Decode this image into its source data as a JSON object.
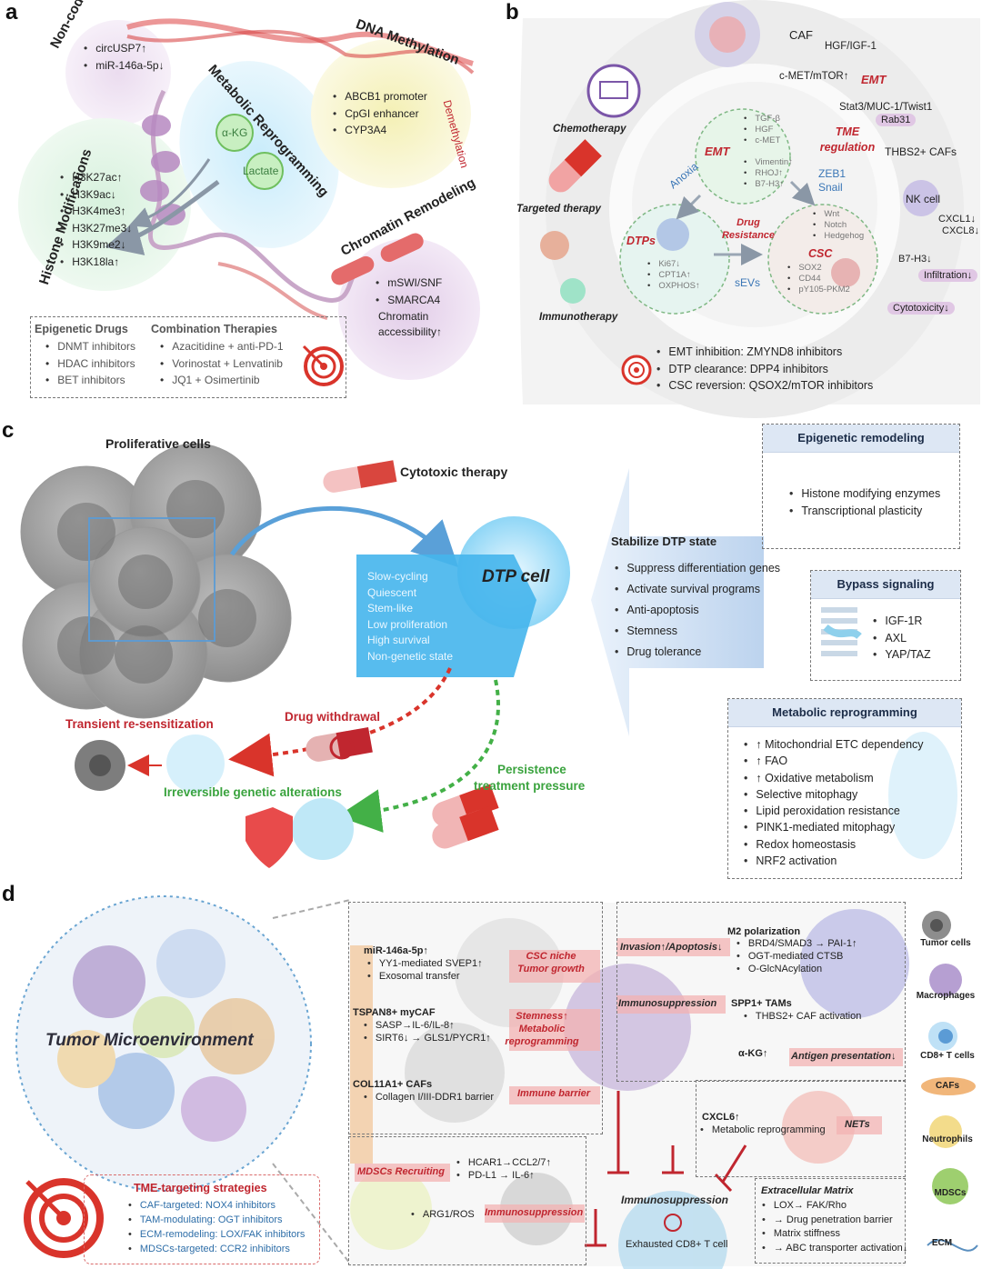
{
  "panel_a": {
    "label": "a",
    "noncoding_title": "Non-coding RNAs",
    "noncoding_items": [
      "circUSP7↑",
      "miR-146a-5p↓"
    ],
    "dna_title": "DNA Methylation",
    "dna_items": [
      "ABCB1 promoter",
      "CpGI enhancer",
      "CYP3A4"
    ],
    "demethylation": "Demethylation",
    "metabolic_title": "Metabolic Reprogramming",
    "akg": "α-KG",
    "lactate": "Lactate",
    "histone_title": "Histone Modifications",
    "histone_items": [
      "H3K27ac↑",
      "H3K9ac↓",
      "H3K4me3↑",
      "H3K27me3↓",
      "H3K9me2↓",
      "H3K18la↑"
    ],
    "chromatin_title": "Chromatin Remodeling",
    "chromatin_items": [
      "mSWI/SNF",
      "SMARCA4"
    ],
    "chromatin_note": "Chromatin accessibility↑",
    "drugs_title": "Epigenetic Drugs",
    "drugs": [
      "DNMT inhibitors",
      "HDAC inhibitors",
      "BET inhibitors"
    ],
    "combo_title": "Combination Therapies",
    "combos": [
      "Azacitidine + anti-PD-1",
      "Vorinostat + Lenvatinib",
      "JQ1 + Osimertinib"
    ]
  },
  "panel_b": {
    "label": "b",
    "caf": "CAF",
    "hgf": "HGF/IGF-1",
    "cmet": "c-MET/mTOR↑",
    "emt": "EMT",
    "stat3": "Stat3/MUC-1/Twist1",
    "rab31": "Rab31",
    "tme_regulation": "TME regulation",
    "thbs2": "THBS2+ CAFs",
    "zeb1": "ZEB1",
    "snail": "Snail",
    "nk": "NK cell",
    "cxcl1": "CXCL1↓",
    "cxcl8": "CXCL8↓",
    "b7h3": "B7-H3↓",
    "infiltration": "Infiltration↓",
    "cytotoxicity": "Cytotoxicity↓",
    "chemo": "Chemotherapy",
    "targeted": "Targeted therapy",
    "immuno": "Immunotherapy",
    "anoxia": "Anoxia",
    "emt_inner": "EMT",
    "emt_markers1": [
      "TGF-β",
      "HGF",
      "c-MET"
    ],
    "emt_markers2": [
      "Vimentin↑",
      "RHOJ↑",
      "B7-H3↑"
    ],
    "drug_resistance": "Drug Resistance",
    "dtps": "DTPs",
    "dtp_markers": [
      "Ki67↓",
      "CPT1A↑",
      "OXPHOS↑"
    ],
    "csc": "CSC",
    "csc_path": [
      "Wnt",
      "Notch",
      "Hedgehog"
    ],
    "csc_markers": [
      "SOX2",
      "CD44",
      "pY105-PKM2"
    ],
    "sevs": "sEVs",
    "strategies": [
      "EMT inhibition: ZMYND8 inhibitors",
      "DTP clearance: DPP4 inhibitors",
      "CSC reversion: QSOX2/mTOR inhibitors"
    ]
  },
  "panel_c": {
    "label": "c",
    "proliferative": "Proliferative cells",
    "cytotoxic": "Cytotoxic therapy",
    "dtp_cell": "DTP cell",
    "dtp_features": [
      "Slow-cycling",
      "Quiescent",
      "Stem-like",
      "Low proliferation",
      "High survival",
      "Non-genetic state"
    ],
    "stabilize_title": "Stabilize DTP state",
    "stabilize_items": [
      "Suppress differentiation genes",
      "Activate survival programs",
      "Anti-apoptosis",
      "Stemness",
      "Drug tolerance"
    ],
    "epi_title": "Epigenetic remodeling",
    "epi_items": [
      "Histone modifying enzymes",
      "Transcriptional plasticity"
    ],
    "bypass_title": "Bypass signaling",
    "bypass_items": [
      "IGF-1R",
      "AXL",
      "YAP/TAZ"
    ],
    "meta_title": "Metabolic reprogramming",
    "meta_items": [
      "↑ Mitochondrial ETC dependency",
      "↑ FAO",
      "↑ Oxidative metabolism",
      "Selective mitophagy",
      "Lipid peroxidation resistance",
      "PINK1-mediated mitophagy",
      "Redox homeostasis",
      "NRF2 activation"
    ],
    "withdrawal": "Drug withdrawal",
    "transient": "Transient re-sensitization",
    "irreversible": "Irreversible genetic alterations",
    "persistence": "Persistence",
    "pressure": "treatment pressure"
  },
  "panel_d": {
    "label": "d",
    "tme": "Tumor Microenvironment",
    "mir_title": "miR-146a-5p↑",
    "mir_items": [
      "YY1-mediated SVEP1↑",
      "Exosomal transfer"
    ],
    "csc_niche": "CSC niche",
    "tumor_growth": "Tumor growth",
    "tspan_title": "TSPAN8+ myCAF",
    "tspan_items": [
      "SASP→IL-6/IL-8↑",
      "SIRT6↓ → GLS1/PYCR1↑"
    ],
    "stemness": "Stemness↑",
    "metabolic_rep1": "Metabolic",
    "metabolic_rep2": "reprogramming",
    "col_title": "COL11A1+ CAFs",
    "col_items": [
      "Collagen I/III-DDR1 barrier"
    ],
    "immune_barrier": "Immune barrier",
    "invasion": "Invasion↑/Apoptosis↓",
    "m2_title": "M2 polarization",
    "m2_items": [
      "BRD4/SMAD3 → PAI-1↑",
      "OGT-mediated CTSB",
      "O-GlcNAcylation"
    ],
    "immunosuppression": "Immunosuppression",
    "spp1_title": "SPP1+ TAMs",
    "spp1_items": [
      "THBS2+ CAF activation"
    ],
    "akg": "α-KG↑",
    "antigen": "Antigen presentation↓",
    "cxcl6_title": "CXCL6↑",
    "cxcl6_items": [
      "Metabolic reprogramming"
    ],
    "nets": "NETs",
    "mdscs_recruiting": "MDSCs Recruiting",
    "hcar_items": [
      "HCAR1→CCL2/7↑",
      "PD-L1 → IL-6↑"
    ],
    "arg1": "ARG1/ROS",
    "immunosuppression2": "Immunosuppression",
    "immunosuppression_center": "Immunosuppression",
    "exhausted": "Exhausted CD8+ T cell",
    "ecm_title": "Extracellular Matrix",
    "ecm_items": [
      "LOX→ FAK/Rho",
      "→ Drug penetration barrier",
      "Matrix stiffness",
      "→ ABC transporter activation↓"
    ],
    "strategies_title": "TME-targeting strategies",
    "strategies": [
      "CAF-targeted: NOX4 inhibitors",
      "TAM-modulating: OGT inhibitors",
      "ECM-remodeling: LOX/FAK inhibitors",
      "MDSCs-targeted: CCR2 inhibitors"
    ],
    "legend": [
      "Tumor cells",
      "Macrophages",
      "CD8+ T cells",
      "CAFs",
      "Neutrophils",
      "MDSCs",
      "ECM"
    ],
    "colors": {
      "red": "#c0262f",
      "blue": "#3a9fdc",
      "green": "#3aa33e",
      "purple": "#9a7fb5"
    }
  }
}
